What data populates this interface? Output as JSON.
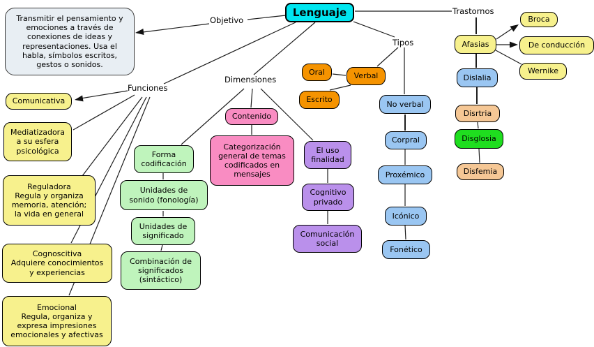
{
  "palette": {
    "root": "#00E6F0",
    "yellow": "#F7F18D",
    "definition_box": "#E8EEF3",
    "orange": "#F59300",
    "pink": "#F98CC2",
    "purple": "#BA90EB",
    "light_green": "#BFF4BC",
    "blue": "#9AC6F2",
    "bright_green": "#1FDE1F",
    "peach": "#F5C795"
  },
  "root_label": "Lenguaje",
  "objetivo": {
    "label": "Objetivo",
    "definition": "Transmitir el pensamiento y\nemociones a través de\nconexiones de ideas y\nrepresentaciones. Usa el\nhabla, símbolos escritos,\ngestos o sonidos."
  },
  "funciones": {
    "label": "Funciones",
    "nodes": [
      "Comunicativa",
      "Mediatizadora\na su esfera\npsicológica",
      "Reguladora\nRegula y organiza\nmemoria, atención;\nla vida en general",
      "Cognoscitiva\nAdquiere conocimientos\ny experiencias",
      "Emocional\nRegula, organiza y\nexpresa impresiones\nemocionales y afectivas"
    ]
  },
  "dimensiones": {
    "label": "Dimensiones",
    "forma_chain": [
      "Forma\ncodificación",
      "Unidades de\nsonido (fonología)",
      "Unidades de\nsignificado",
      "Combinación de\nsignificados\n(sintáctico)"
    ],
    "contenido_chain": [
      "Contenido",
      "Categorización\ngeneral de temas\ncodificados en\nmensajes"
    ],
    "uso_chain": [
      "El uso\nfinalidad",
      "Cognitivo\nprivado",
      "Comunicación\nsocial"
    ]
  },
  "tipos": {
    "label": "Tipos",
    "verbal": {
      "node": "Verbal",
      "children": [
        "Oral",
        "Escrito"
      ]
    },
    "no_verbal_chain": [
      "No verbal",
      "Corpral",
      "Proxémico",
      "Icónico",
      "Fonético"
    ]
  },
  "trastornos": {
    "label": "Trastornos",
    "chain": [
      "Afasias",
      "Dislalia",
      "Disrtria",
      "Disglosia",
      "Disfemia"
    ],
    "afasias_types": [
      "Broca",
      "De conducción",
      "Wernike"
    ]
  }
}
